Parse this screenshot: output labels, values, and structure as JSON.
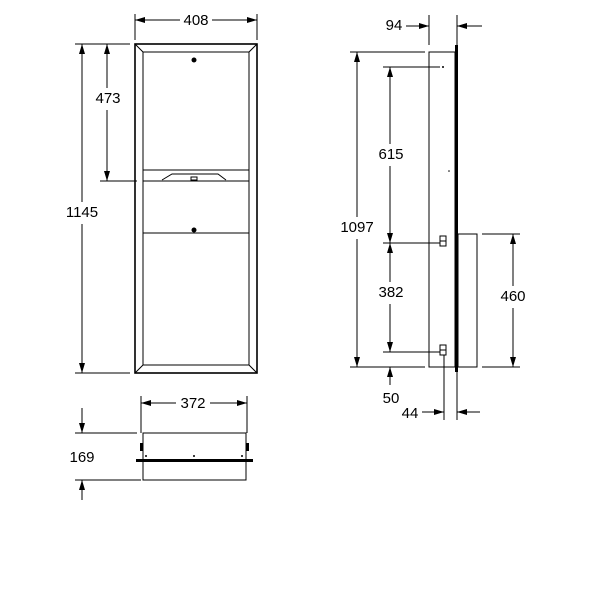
{
  "front_view": {
    "width": "408",
    "upper_height": "473",
    "total_height": "1145"
  },
  "bottom_view": {
    "width": "372",
    "depth": "169"
  },
  "side_view": {
    "depth": "94",
    "height": "1097",
    "upper_mount_spacing": "615",
    "lower_mount_spacing": "382",
    "bottom_offset": "50",
    "lower_box_height": "460",
    "mount_offset": "44"
  }
}
